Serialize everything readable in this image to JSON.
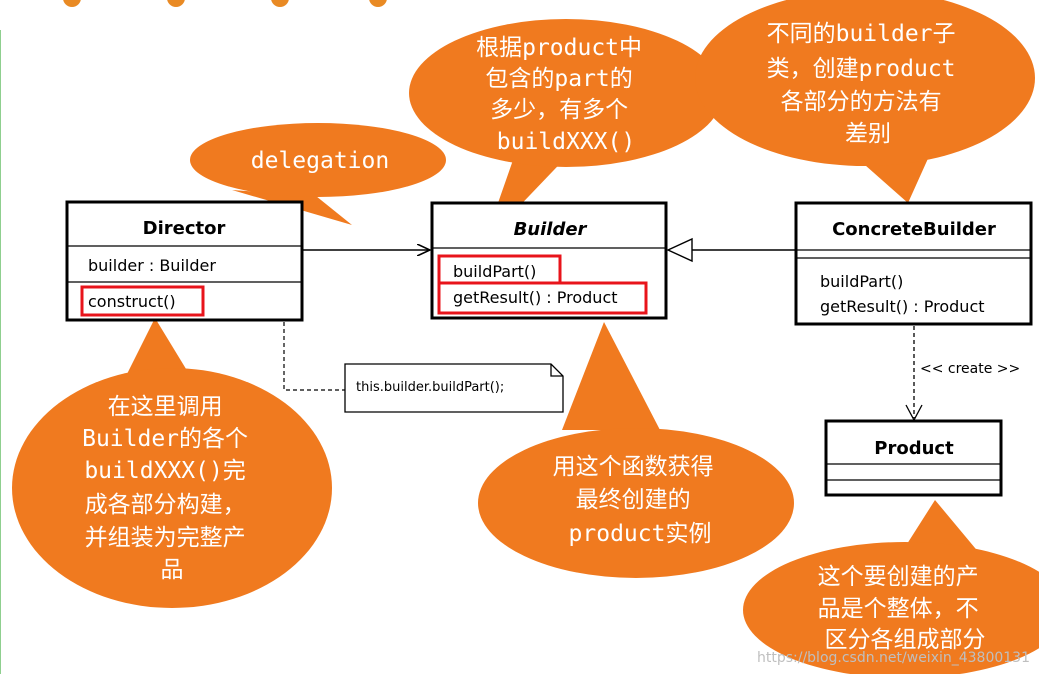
{
  "diagram": {
    "director": {
      "title": "Director",
      "attribute": "builder : Builder",
      "operation": "construct()"
    },
    "builder": {
      "title": "Builder",
      "operations": [
        "buildPart()",
        "getResult() : Product"
      ]
    },
    "concrete_builder": {
      "title": "ConcreteBuilder",
      "operations": [
        "buildPart()",
        "getResult() : Product"
      ]
    },
    "product": {
      "title": "Product"
    },
    "note": "this.builder.buildPart();",
    "create_label": "<< create >>",
    "bubbles": {
      "delegation": [
        "delegation"
      ],
      "parts": [
        "根据product中",
        "包含的part的",
        "多少，有多个",
        "buildXXX()"
      ],
      "subclasses": [
        "不同的builder子",
        "类，创建product",
        "各部分的方法有",
        "差别"
      ],
      "construct": [
        "在这里调用",
        "Builder的各个",
        "buildXXX()完",
        "成各部分构建，",
        "并组装为完整产",
        "品"
      ],
      "get_result": [
        "用这个函数获得",
        "最终创建的",
        "product实例"
      ],
      "product_whole": [
        "这个要创建的产",
        "品是个整体，不",
        "区分各组成部分"
      ]
    },
    "watermark": "https://blog.csdn.net/weixin_43800131"
  },
  "colors": {
    "bubble_fill": "#f07a1f",
    "highlight": "#e8141b",
    "line": "#000000",
    "dot": "#e98a24",
    "watermark": "#bfbfbf"
  }
}
